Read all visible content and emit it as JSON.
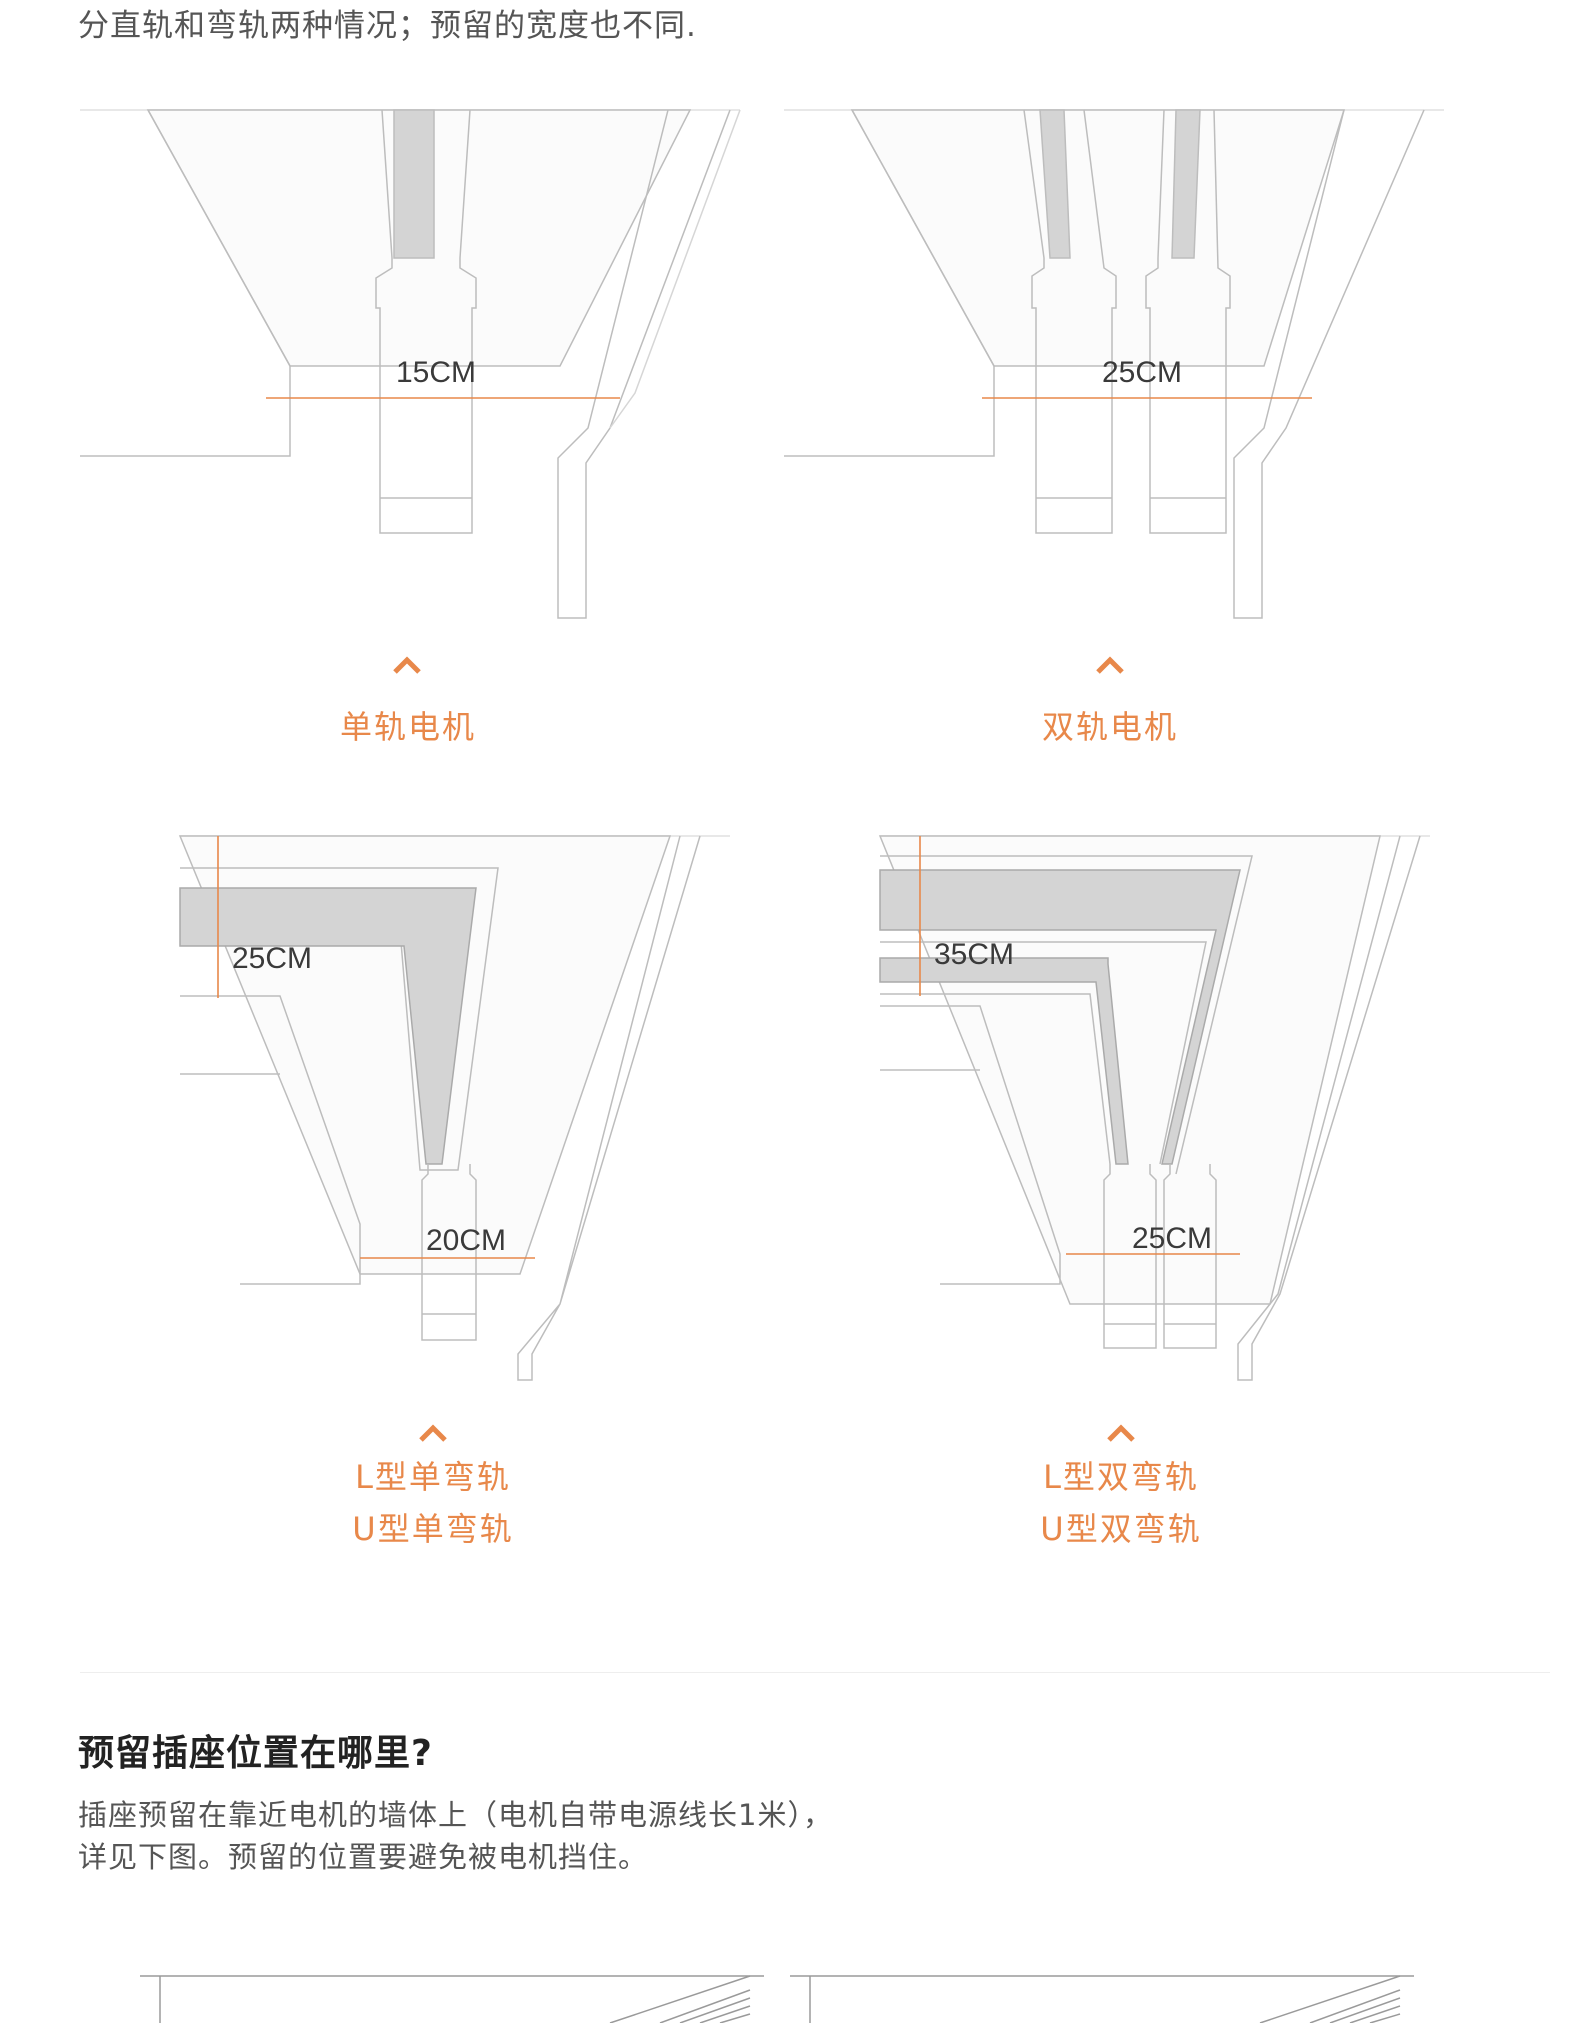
{
  "intro": {
    "text": "分直轨和弯轨两种情况；预留的宽度也不同."
  },
  "accent_color": "#e8884a",
  "diagrams": [
    {
      "dims": [
        "15CM"
      ],
      "caption_lines": [
        "单轨电机"
      ]
    },
    {
      "dims": [
        "25CM"
      ],
      "caption_lines": [
        "双轨电机"
      ]
    },
    {
      "dims": [
        "25CM",
        "20CM"
      ],
      "caption_lines": [
        "L型单弯轨",
        "U型单弯轨"
      ]
    },
    {
      "dims": [
        "35CM",
        "25CM"
      ],
      "caption_lines": [
        "L型双弯轨",
        "U型双弯轨"
      ]
    }
  ],
  "socket_section": {
    "title": "预留插座位置在哪里?",
    "lines": [
      "插座预留在靠近电机的墙体上（电机自带电源线长1米），",
      "详见下图。预留的位置要避免被电机挡住。"
    ]
  }
}
